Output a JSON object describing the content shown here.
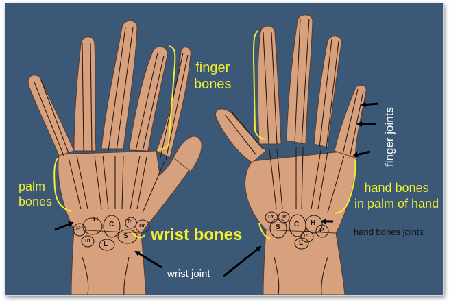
{
  "colors": {
    "background": "#3b5876",
    "skin": "#d8a17e",
    "bone_outline": "#2a1a12",
    "label_yellow": "#f2ef2e",
    "label_white": "#ffffff",
    "label_black": "#111111"
  },
  "labels": {
    "finger_bones": [
      "finger",
      "bones"
    ],
    "palm_bones": [
      "palm",
      "bones"
    ],
    "wrist_bones": "wrist bones",
    "wrist_joint": "wrist  joint",
    "finger_joints": "finger  joints",
    "hand_bones_palm": [
      "hand bones",
      "in palm of hand"
    ],
    "hand_bones_joints": "hand bones joints"
  },
  "carpal_letters": {
    "left": [
      "H",
      "C",
      "Tr",
      "Tm",
      "P",
      "Tri",
      "L",
      "S"
    ],
    "right": [
      "Tm",
      "Tr",
      "S",
      "C",
      "H",
      "P",
      "Tri",
      "L"
    ]
  }
}
